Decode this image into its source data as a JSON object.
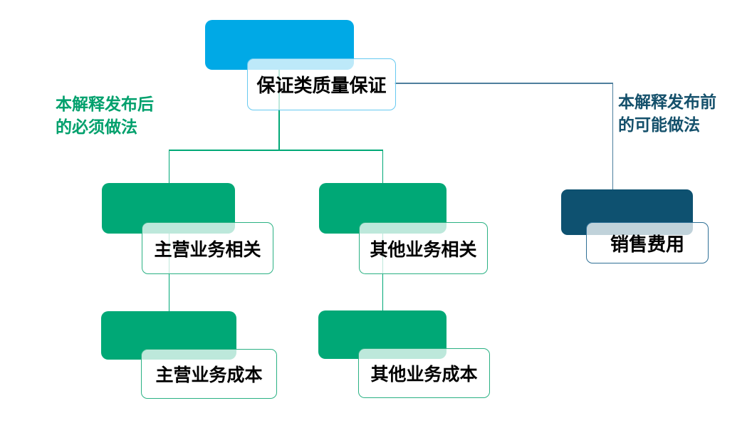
{
  "diagram": {
    "title_hint": "保证类质量保证核算方式对比图"
  },
  "colors": {
    "root_fill": "#00a9e6",
    "root_border": "#66c9f0",
    "branch_fill": "#00a876",
    "branch_border": "#2ab183",
    "legacy_fill": "#0e5170",
    "legacy_border": "#2f7096",
    "green_line": "#00a876",
    "blue_line": "#4e7f9d",
    "annotation_after": "#00a06c",
    "annotation_before": "#14506b"
  },
  "nodes": {
    "root": {
      "label": "保证类质量保证"
    },
    "main_related": {
      "label": "主营业务相关"
    },
    "other_related": {
      "label": "其他业务相关"
    },
    "main_cost": {
      "label": "主营业务成本"
    },
    "other_cost": {
      "label": "其他业务成本"
    },
    "selling_expense": {
      "label": "销售费用"
    }
  },
  "annotations": {
    "after_release": {
      "text": "本解释发布后\n的必须做法"
    },
    "before_release": {
      "text": "本解释发布前\n的可能做法"
    }
  }
}
